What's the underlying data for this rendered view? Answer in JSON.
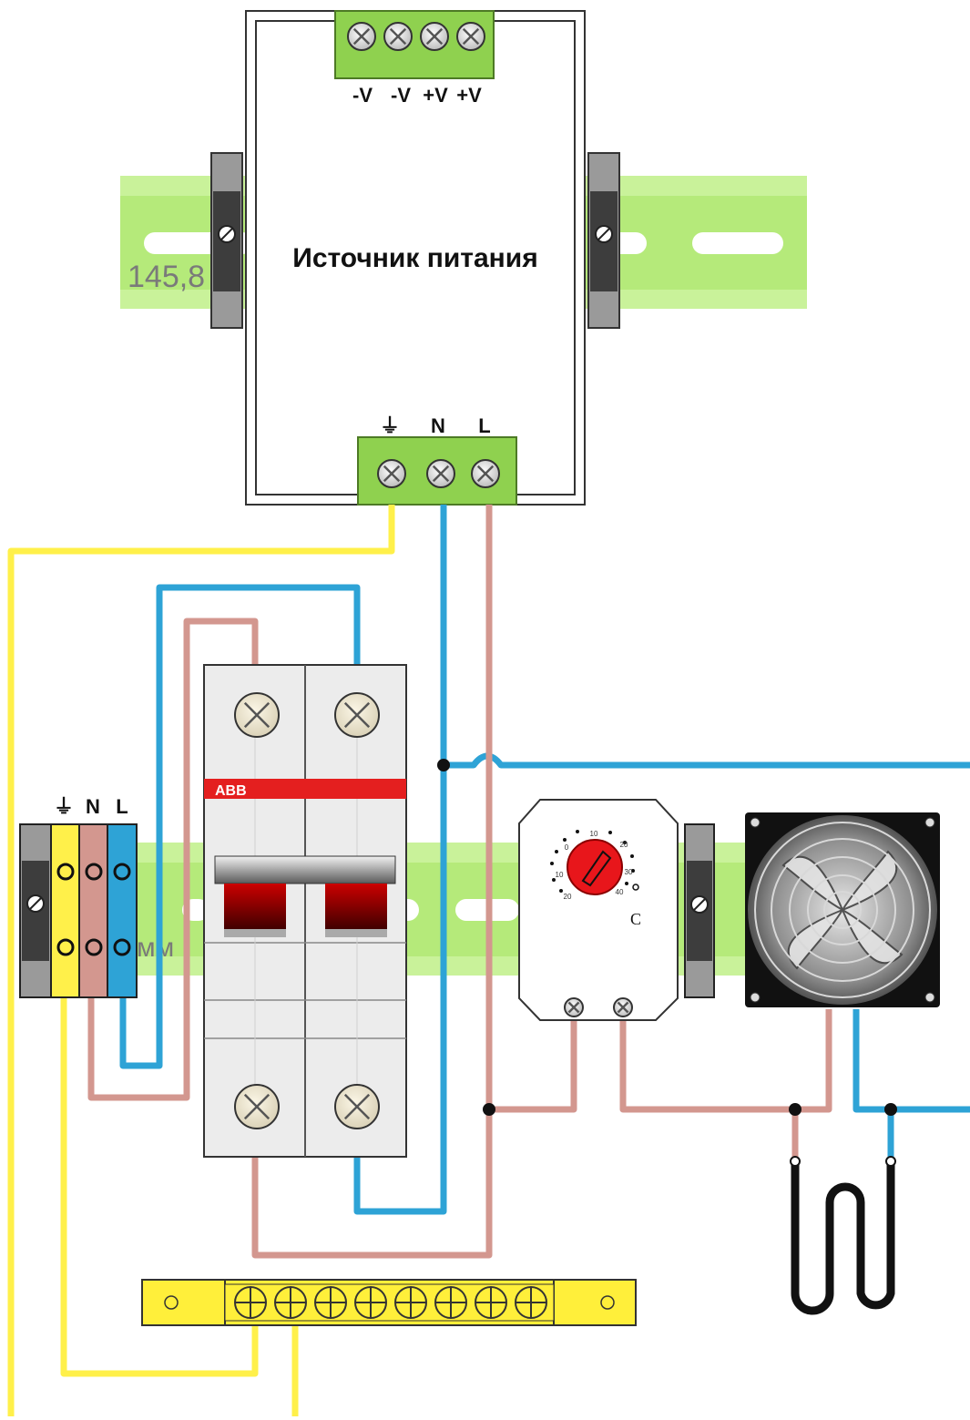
{
  "power_supply": {
    "title": "Источник питания",
    "output_terminals": [
      "-V",
      "-V",
      "+V",
      "+V"
    ],
    "input_terminals": [
      "⏚",
      "N",
      "L"
    ]
  },
  "terminal_block": {
    "labels": [
      "⏚",
      "N",
      "L"
    ]
  },
  "breaker": {
    "brand": "ABB"
  },
  "thermostat": {
    "unit": "C",
    "dial_scale": [
      "0",
      "10",
      "20",
      "30",
      "40",
      "10",
      "20"
    ]
  },
  "dimension_fragments": {
    "top_rail": "145,8",
    "mid_rail": "мм"
  },
  "colors": {
    "rail": "#b5ea7a",
    "terminal_green": "#8fd14f",
    "wire_earth": "#fff04a",
    "wire_neutral": "#2ea3d6",
    "wire_line": "#d3978f",
    "earth_bar": "#ffef3a",
    "dial_red": "#e8161b",
    "abb_red": "#e41f1f"
  }
}
